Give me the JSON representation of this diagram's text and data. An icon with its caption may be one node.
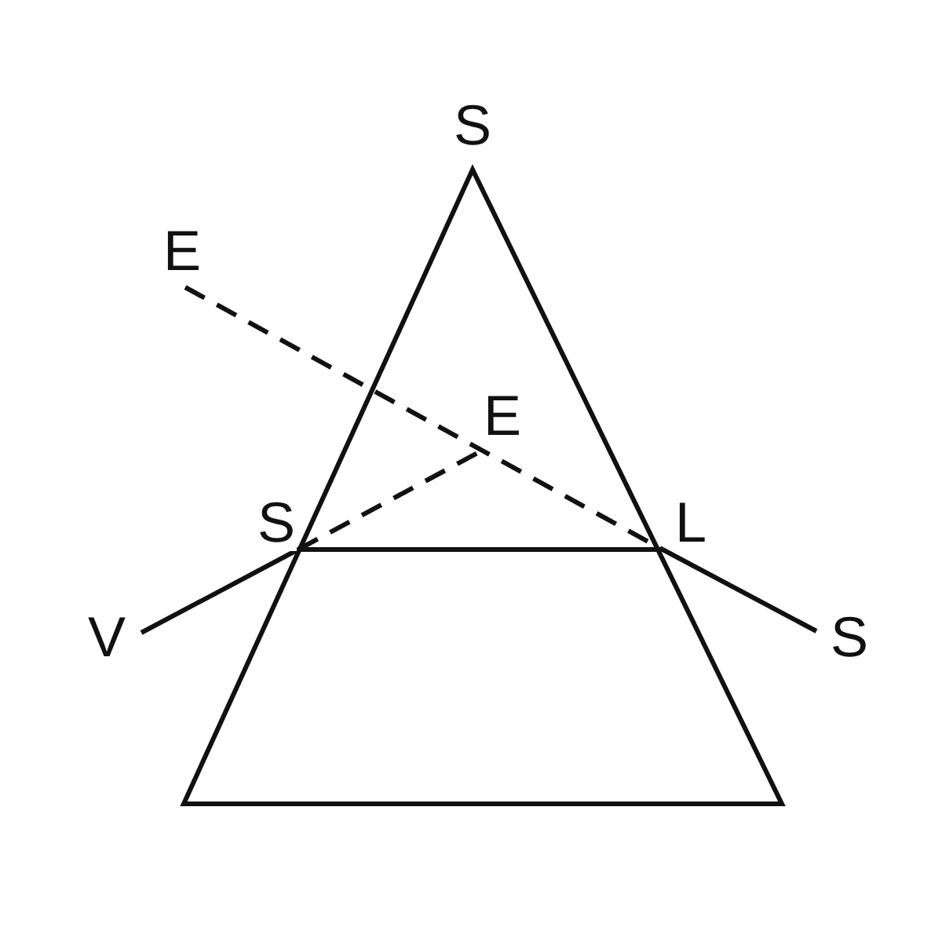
{
  "diagram": {
    "labels": [
      "S",
      "E",
      "E",
      "S",
      "L",
      "V",
      "S"
    ]
  }
}
